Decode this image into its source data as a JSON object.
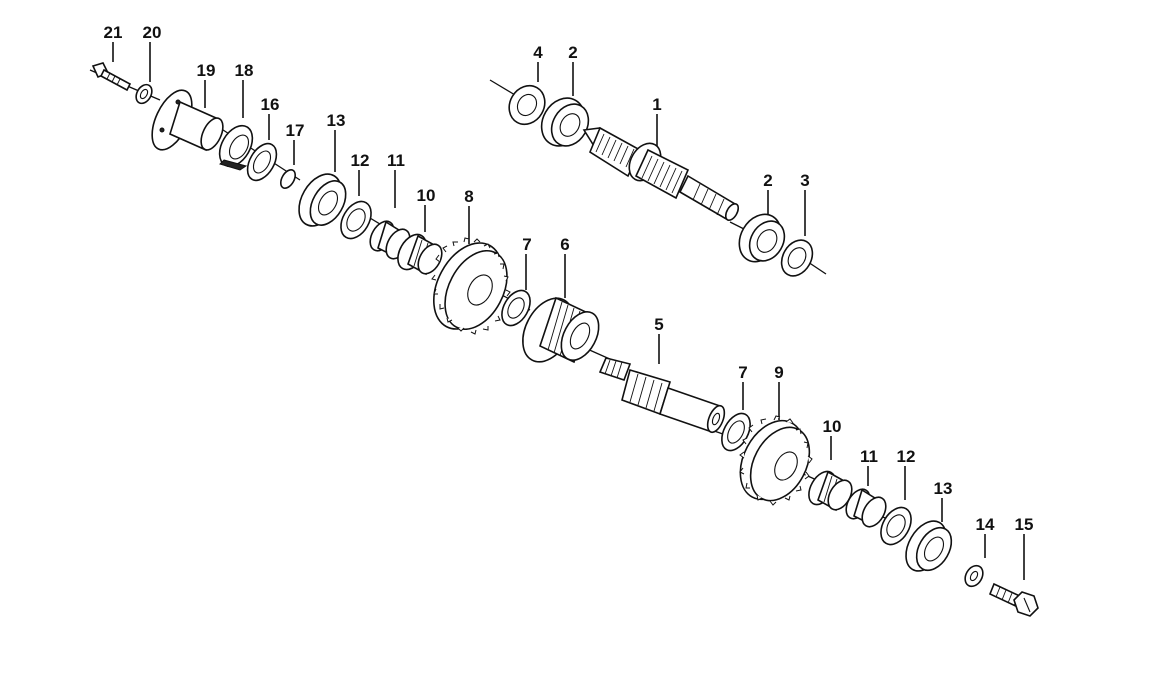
{
  "callouts": [
    "21",
    "20",
    "19",
    "18",
    "16",
    "17",
    "13",
    "12",
    "11",
    "10",
    "8",
    "7",
    "6",
    "4",
    "2",
    "1",
    "2",
    "3",
    "5",
    "7",
    "9",
    "10",
    "11",
    "12",
    "13",
    "14",
    "15"
  ]
}
